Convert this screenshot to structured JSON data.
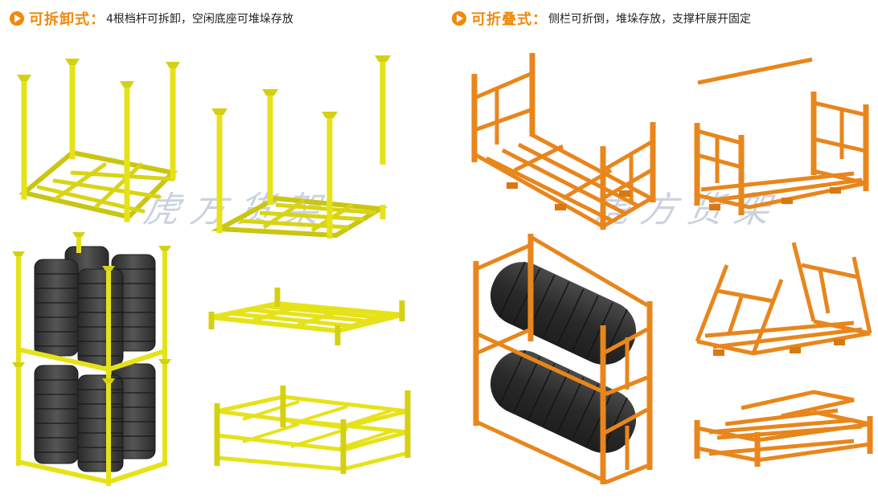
{
  "sections": [
    {
      "title": "可拆卸式",
      "colon": "：",
      "description": "4根档杆可拆卸，空闲底座可堆垛存放",
      "icon": "play-circle-icon",
      "frame_color": "#e6e21a",
      "illustrations": [
        "assembled-rack-with-posts",
        "rack-with-removed-post",
        "stacked-racks-with-tires",
        "empty-base-frame",
        "stacked-empty-base-frames"
      ]
    },
    {
      "title": "可折叠式",
      "colon": "：",
      "description": "侧栏可折倒，堆垛存放，支撑杆展开固定",
      "icon": "play-circle-icon",
      "frame_color": "#e8861c",
      "illustrations": [
        "folding-rack-upright",
        "folding-rack-with-support-bar",
        "stacked-folding-racks-with-tires",
        "folding-rack-sides-folding",
        "folded-racks-stacked"
      ]
    }
  ],
  "watermarks": [
    "虎方货架",
    "虎方货架"
  ],
  "colors": {
    "accent": "#f08a0c",
    "yellow_frame": "#e6e21a",
    "orange_frame": "#e8861c",
    "tire": "#3a3a3a",
    "watermark": "#b9c4d4"
  }
}
